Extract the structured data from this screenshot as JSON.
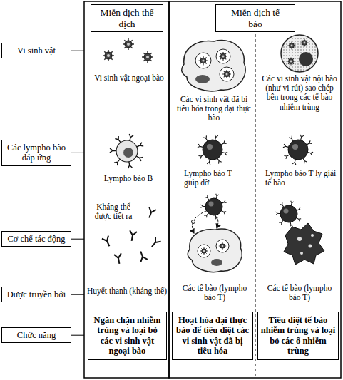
{
  "diagram": {
    "nodes": [
      {
        "text": [
          "Miễn dịch thể dịch"
        ]
      },
      {
        "text": [
          "Miễn dịch tế bào"
        ]
      },
      {
        "text": [
          "Vi sinh vật"
        ]
      },
      {
        "text": [
          "Các lympho bào đáp ứng"
        ]
      },
      {
        "text": [
          "Cơ chế tác động"
        ]
      },
      {
        "text": [
          "Được truyền bởi"
        ]
      },
      {
        "text": [
          "Chức năng"
        ]
      },
      {
        "text": [
          "Ngăn chặn nhiễm trùng và loại bỏ các vi sinh vật ngoại bào"
        ]
      },
      {
        "text": [
          "Hoạt hóa đại thực bào để tiêu diệt các vi sinh vật đã bị tiêu hóa"
        ]
      },
      {
        "text": [
          "Tiêu diệt tế bào nhiễm trùng và loại bỏ các ổ nhiễm trùng"
        ]
      }
    ],
    "labels": [
      "Vi sinh vật ngoại bào",
      "Các vi sinh vật đã bị tiêu hóa trong đại thực bào",
      "Các vi sinh vật nội bào (như vi rút) sao chép bên trong các tế bào nhiễm trùng",
      "Lympho bào B",
      "Lympho bào T giúp đỡ",
      "Lympho bào T ly giải tế bào",
      "Kháng thể được tiết ra",
      "Huyết thanh (kháng thể)",
      "Các tế bào (lympho bào T)",
      "Các tế bào (lympho bào T)"
    ]
  }
}
